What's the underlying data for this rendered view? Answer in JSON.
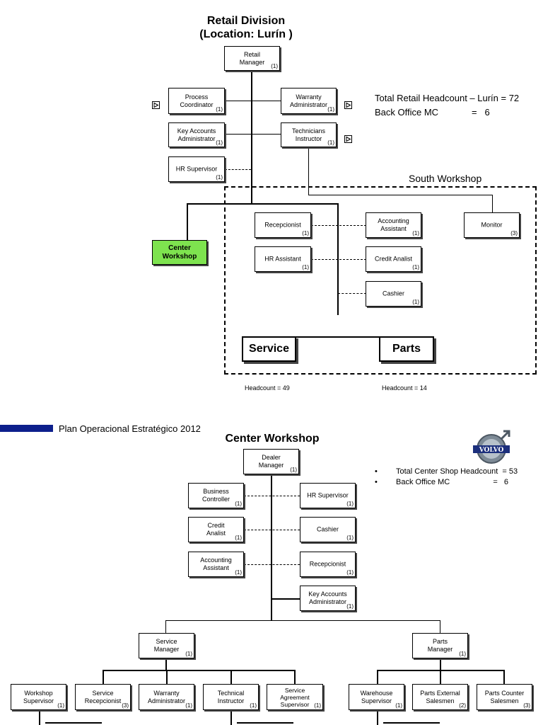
{
  "retail": {
    "title": "Retail Division\n(Location: Lurín )",
    "headcount_line1": "Total Retail Headcount – Lurín = 72",
    "headcount_line2": "Back Office MC             =   6",
    "south_workshop": "South Workshop",
    "service": "Service",
    "parts": "Parts",
    "service_headcount": "Headcount = 49",
    "parts_headcount": "Headcount = 14",
    "center_workshop": "Center\nWorkshop",
    "boxes": {
      "retail_manager": {
        "label": "Retail\nManager",
        "count": "(1)"
      },
      "process_coordinator": {
        "label": "Process\nCoordinator",
        "count": "(1)"
      },
      "warranty_administrator": {
        "label": "Warranty\nAdministrator",
        "count": "(1)"
      },
      "key_accounts_administrator": {
        "label": "Key Accounts\nAdministrator",
        "count": "(1)"
      },
      "technicians_instructor": {
        "label": "Technicians\nInstructor",
        "count": "(1)"
      },
      "hr_supervisor": {
        "label": "HR Supervisor",
        "count": "(1)"
      },
      "recepcionist": {
        "label": "Recepcionist",
        "count": "(1)"
      },
      "hr_assistant": {
        "label": "HR Assistant",
        "count": "(1)"
      },
      "accounting_assistant": {
        "label": "Accounting\nAssistant",
        "count": "(1)"
      },
      "credit_analist": {
        "label": "Credit Analist",
        "count": "(1)"
      },
      "cashier": {
        "label": "Cashier",
        "count": "(1)"
      },
      "monitor": {
        "label": "Monitor",
        "count": "(3)"
      }
    }
  },
  "plan_title": "Plan Operacional Estratégico 2012",
  "center": {
    "title": "Center Workshop",
    "logo_text": "VOLVO",
    "bullets": [
      {
        "mark": "•",
        "text": "Total Center Shop Headcount  = 53"
      },
      {
        "mark": "•",
        "text": "Back Office MC                    =   6"
      }
    ],
    "boxes": {
      "dealer_manager": {
        "label": "Dealer\nManager",
        "count": "(1)"
      },
      "business_controller": {
        "label": "Business\nController",
        "count": "(1)"
      },
      "hr_supervisor": {
        "label": "HR Supervisor",
        "count": "(1)"
      },
      "credit_analist": {
        "label": "Credit\nAnalist",
        "count": "(1)"
      },
      "cashier": {
        "label": "Cashier",
        "count": "(1)"
      },
      "accounting_assistant": {
        "label": "Accounting\nAssistant",
        "count": "(1)"
      },
      "recepcionist": {
        "label": "Recepcionist",
        "count": "(1)"
      },
      "key_accounts_administrator": {
        "label": "Key Accounts\nAdministrator",
        "count": "(1)"
      },
      "service_manager": {
        "label": "Service\nManager",
        "count": "(1)"
      },
      "parts_manager": {
        "label": "Parts\nManager",
        "count": "(1)"
      },
      "workshop_supervisor": {
        "label": "Workshop\nSupervisor",
        "count": "(1)"
      },
      "service_recepcionist": {
        "label": "Service\nRecepcionist",
        "count": "(3)"
      },
      "warranty_administrator": {
        "label": "Warranty\nAdministrator",
        "count": "(1)"
      },
      "technical_instructor": {
        "label": "Technical\nInstructor",
        "count": "(1)"
      },
      "service_agreement_supervisor": {
        "label": "Service\nAgreement\nSupervisor",
        "count": "(1)"
      },
      "warehouse_supervisor": {
        "label": "Warehouse\nSupervisor",
        "count": "(1)"
      },
      "parts_external_salesmen": {
        "label": "Parts External\nSalesmen",
        "count": "(2)"
      },
      "parts_counter_salesmen": {
        "label": "Parts Counter\nSalesmen",
        "count": "(3)"
      }
    }
  },
  "colors": {
    "center_workshop_fill": "#7ee34f",
    "plan_bar": "#0d1f8c"
  }
}
